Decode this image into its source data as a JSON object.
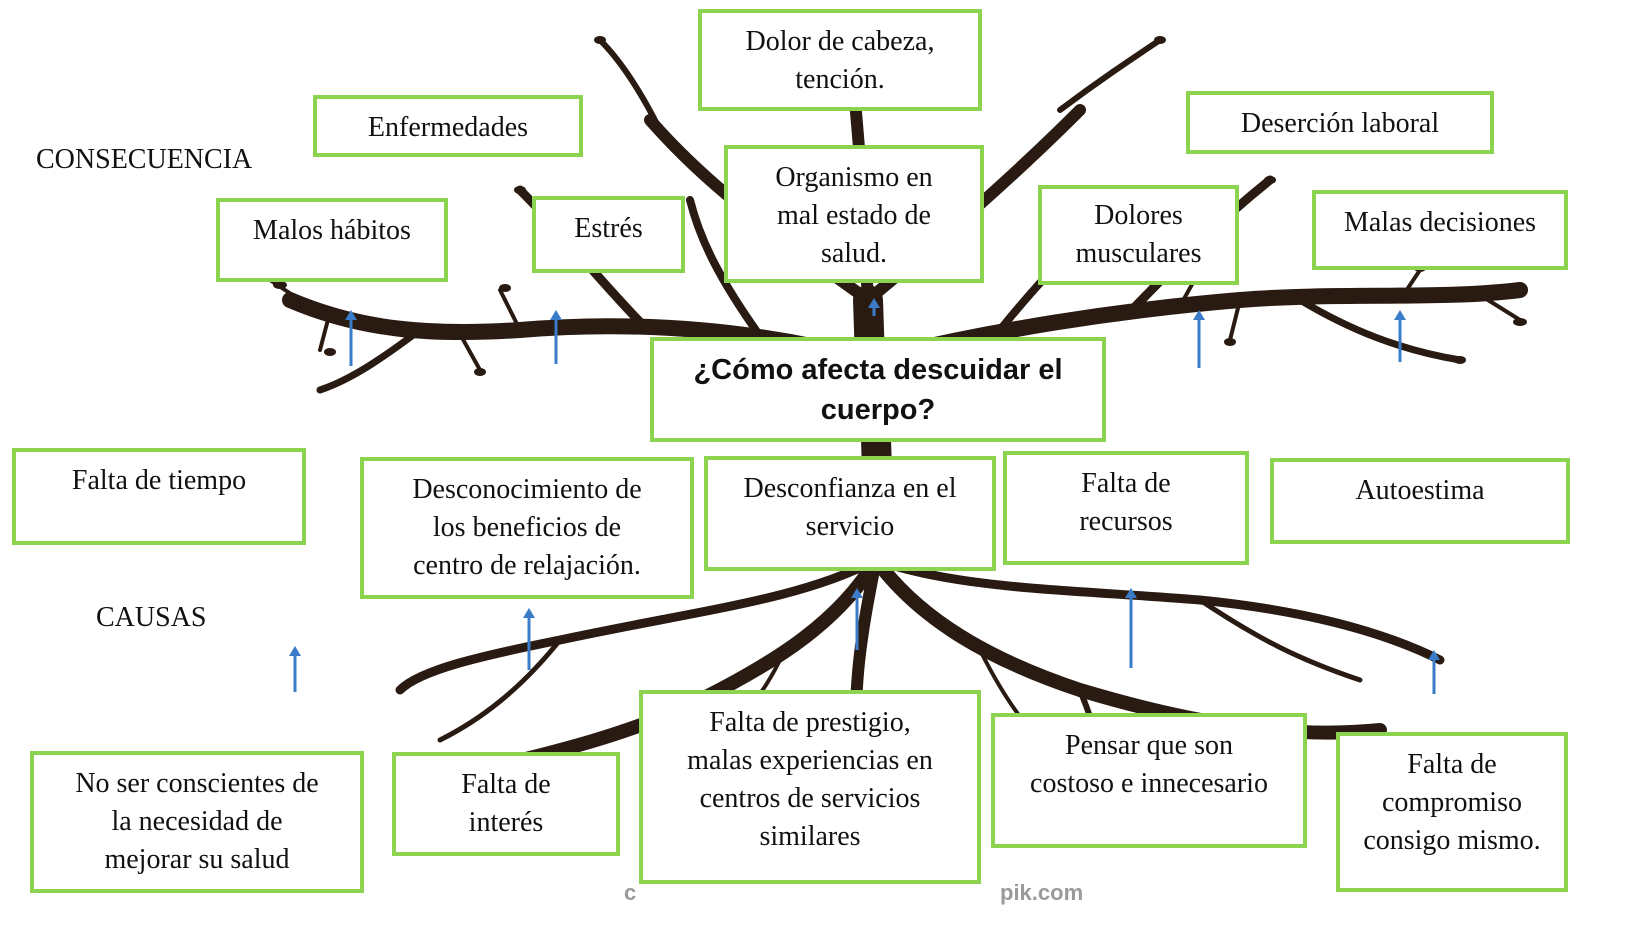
{
  "labels": {
    "consequences": "CONSECUENCIA",
    "causes": "CAUSAS"
  },
  "problem": "¿Cómo afecta descuidar el cuerpo?",
  "consequences": [
    "Dolor de cabeza,\ntención.",
    "Enfermedades",
    "Deserción laboral",
    "Malos hábitos",
    "Estrés",
    "Organismo en\nmal estado de\nsalud.",
    "Dolores\nmusculares",
    "Malas decisiones"
  ],
  "causes_top": [
    "Falta de tiempo",
    "Desconocimiento de\nlos beneficios de\ncentro de relajación.",
    "Desconfianza en el\nservicio",
    "Falta de\nrecursos",
    "Autoestima"
  ],
  "causes_bottom": [
    "No ser conscientes de\nla necesidad de\nmejorar su salud",
    "Falta de\ninterés",
    "Falta de prestigio,\nmalas experiencias en\ncentros de servicios\nsimilares",
    "Pensar que son\ncostoso e innecesario",
    "Falta de\ncompromiso\nconsigo mismo."
  ],
  "watermark_left": "c",
  "watermark_right": "pik.com",
  "colors": {
    "box_border": "#8cd44f",
    "arrow": "#3a7cc8",
    "tree": "#2a1b12"
  }
}
